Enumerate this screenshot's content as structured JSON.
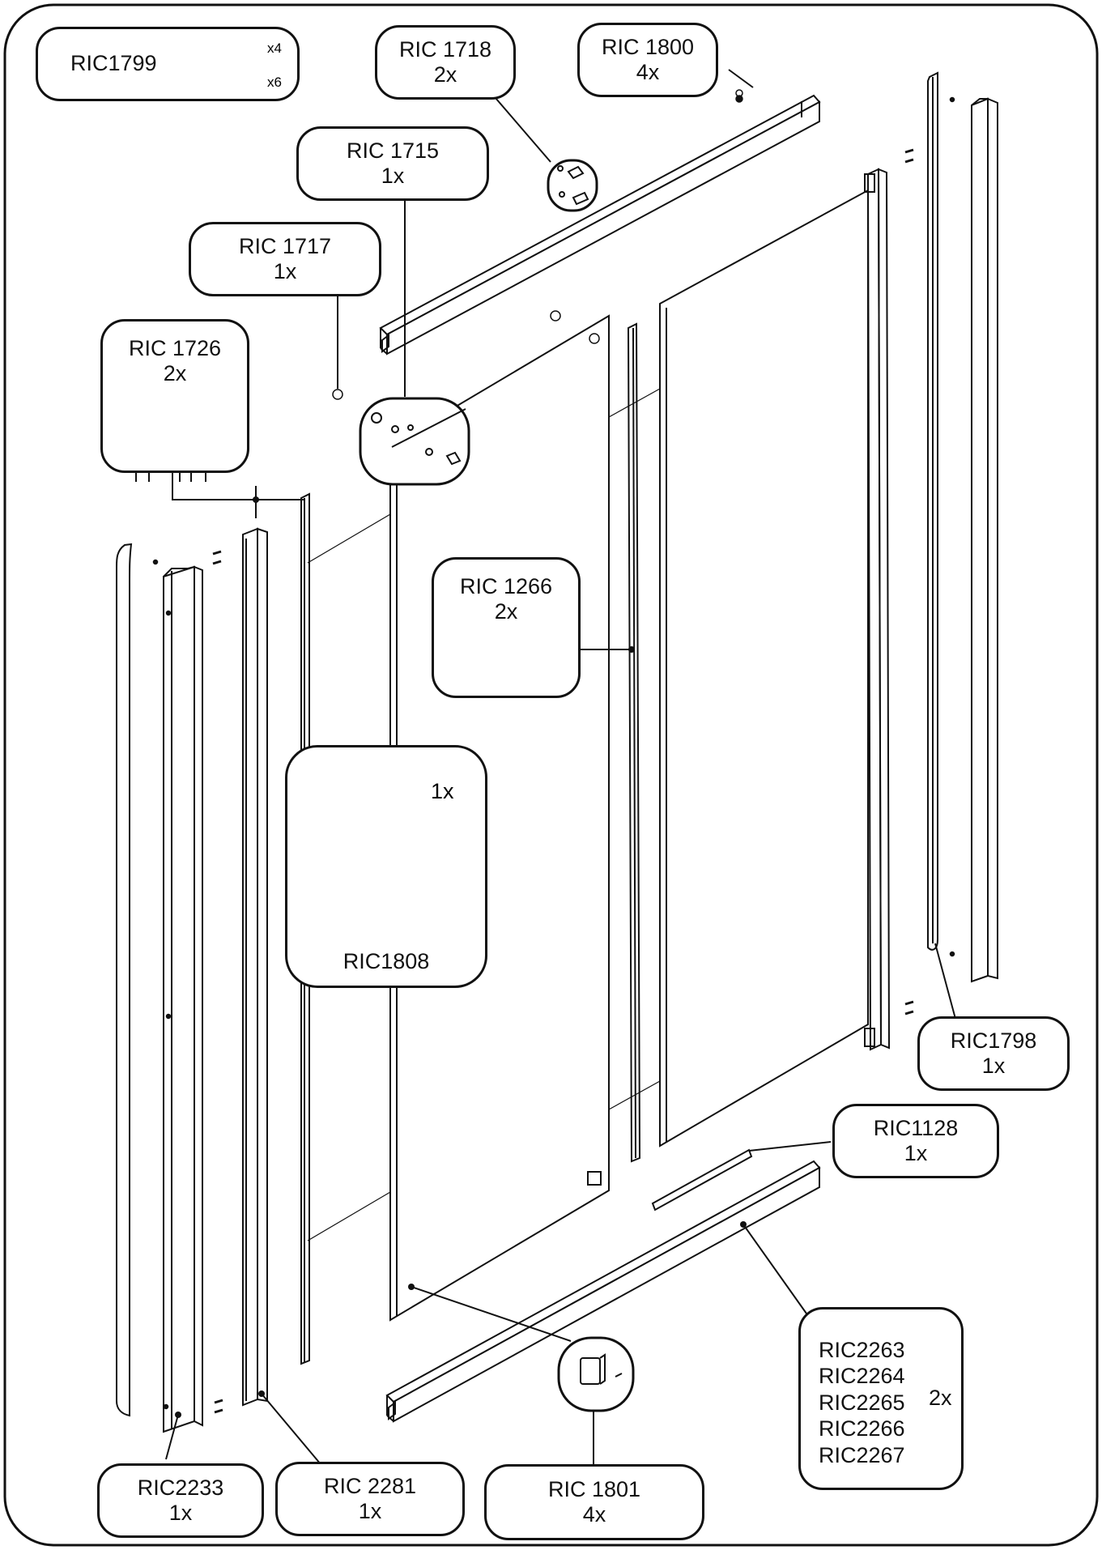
{
  "parts": {
    "ric1799": {
      "code": "RIC1799",
      "qty_small": "x4",
      "qty_screws": "x6"
    },
    "ric1718": {
      "code": "RIC 1718",
      "qty": "2x"
    },
    "ric1800": {
      "code": "RIC 1800",
      "qty": "4x"
    },
    "ric1715": {
      "code": "RIC 1715",
      "qty": "1x"
    },
    "ric1717": {
      "code": "RIC 1717",
      "qty": "1x"
    },
    "ric1726": {
      "code": "RIC 1726",
      "qty": "2x"
    },
    "ric1266": {
      "code": "RIC 1266",
      "qty": "2x"
    },
    "ric1808": {
      "code": "RIC1808",
      "qty": "1x"
    },
    "ric1798": {
      "code": "RIC1798",
      "qty": "1x"
    },
    "ric1128": {
      "code": "RIC1128",
      "qty": "1x"
    },
    "ric2263_group": {
      "codes": [
        "RIC2263",
        "RIC2264",
        "RIC2265",
        "RIC2266",
        "RIC2267"
      ],
      "qty": "2x"
    },
    "ric2233": {
      "code": "RIC2233",
      "qty": "1x"
    },
    "ric2281": {
      "code": "RIC 2281",
      "qty": "1x"
    },
    "ric1801": {
      "code": "RIC 1801",
      "qty": "4x"
    }
  }
}
